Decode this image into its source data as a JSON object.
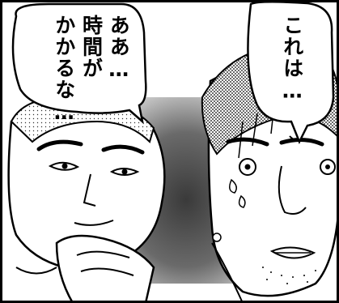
{
  "speech": {
    "left_bubble_line1": "ああ…",
    "left_bubble_line2": "時間が",
    "left_bubble_line3": "かかるな…",
    "right_bubble": "これは…"
  },
  "colors": {
    "ink": "#000000",
    "paper": "#ffffff",
    "shade": "#777777"
  }
}
